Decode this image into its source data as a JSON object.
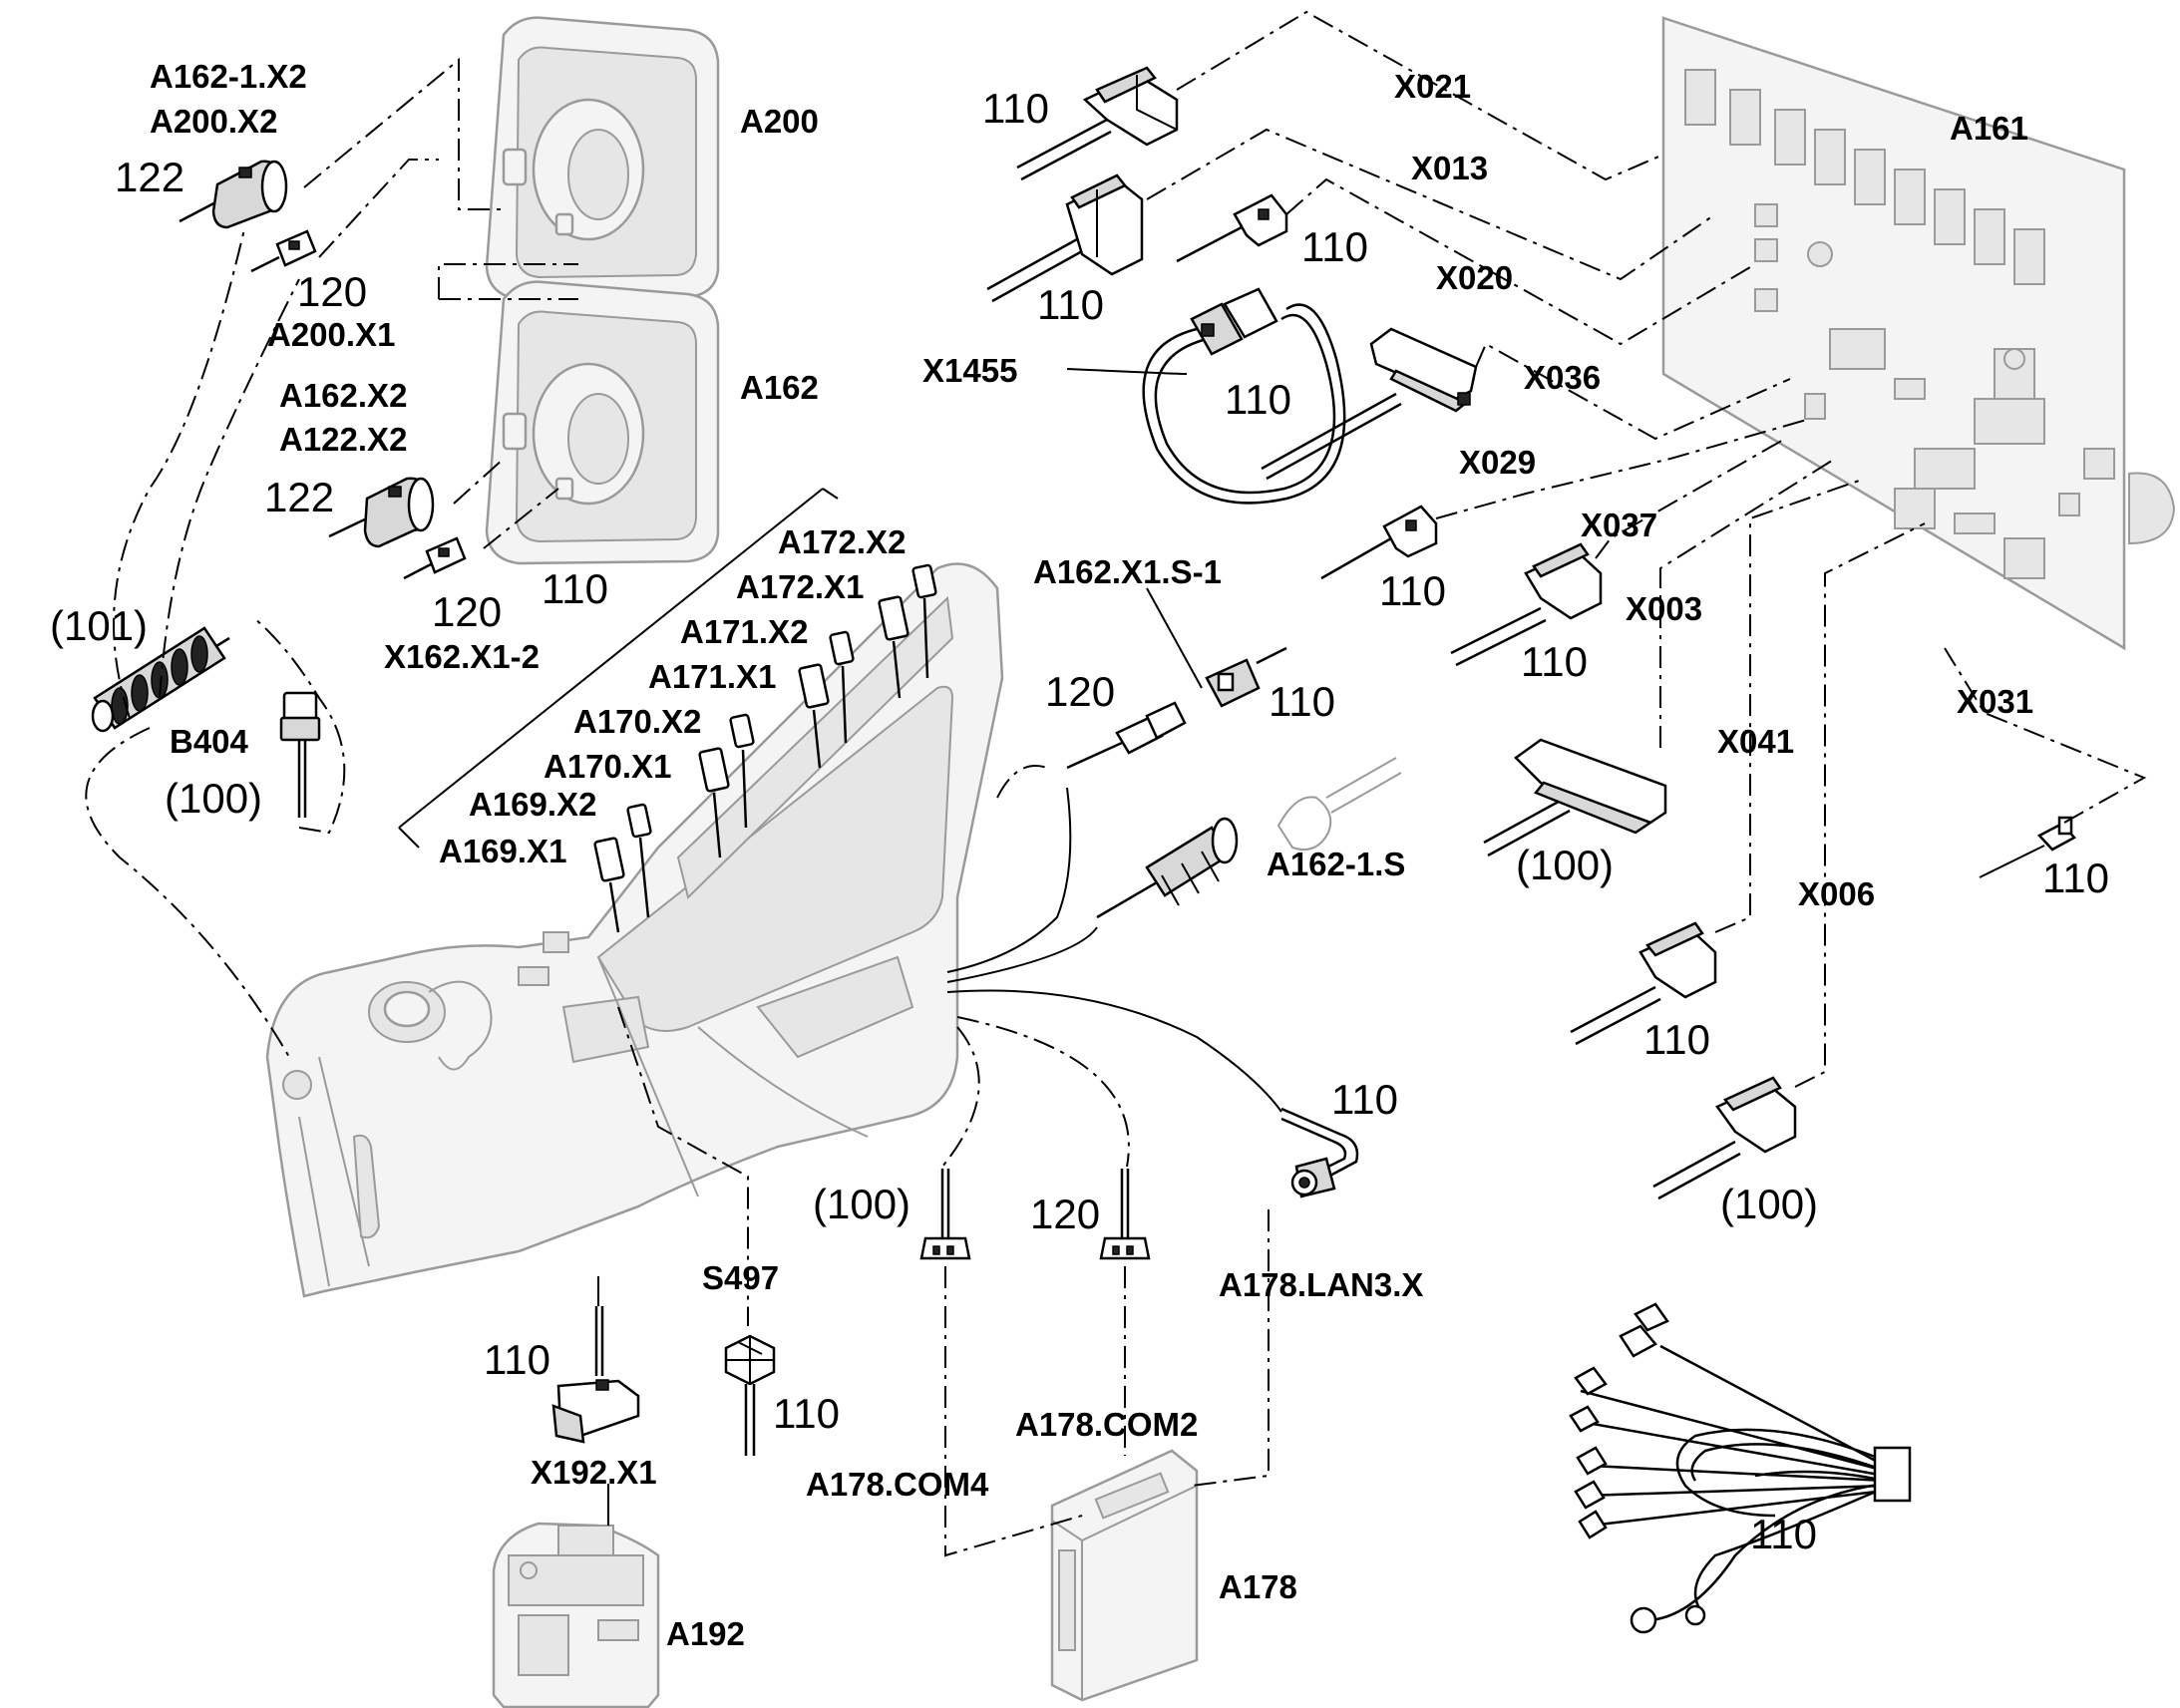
{
  "labels": {
    "A162_1_X2": "A162-1.X2",
    "A200_X2": "A200.X2",
    "A200": "A200",
    "A200_X1": "A200.X1",
    "A162_X2": "A162.X2",
    "A122_X2": "A122.X2",
    "A162": "A162",
    "X162_X1_2": "X162.X1-2",
    "B404": "B404",
    "A172_X2": "A172.X2",
    "A172_X1": "A172.X1",
    "A171_X2": "A171.X2",
    "A171_X1": "A171.X1",
    "A170_X2": "A170.X2",
    "A170_X1": "A170.X1",
    "A169_X2": "A169.X2",
    "A169_X1": "A169.X1",
    "X021": "X021",
    "X013": "X013",
    "X020": "X020",
    "X1455": "X1455",
    "X036": "X036",
    "X029": "X029",
    "X037": "X037",
    "X003": "X003",
    "A161": "A161",
    "A162_X1_S_1": "A162.X1.S-1",
    "A162_1_S": "A162-1.S",
    "X031": "X031",
    "X041": "X041",
    "X006": "X006",
    "A178_LAN3_X": "A178.LAN3.X",
    "S497": "S497",
    "X192_X1": "X192.X1",
    "A192": "A192",
    "A178_COM2": "A178.COM2",
    "A178_COM4": "A178.COM4",
    "A178": "A178"
  },
  "item_numbers": {
    "n122_top": "122",
    "n120_top": "120",
    "n122_mid": "122",
    "n120_mid": "120",
    "n110_console": "110",
    "n101": "(101)",
    "n100_b404": "(100)",
    "n110_x021": "110",
    "n110_x013": "110",
    "n110_x020": "110",
    "n110_x1455": "110",
    "n110_x029": "110",
    "n110_x037": "110",
    "n120_s1": "120",
    "n110_s1": "110",
    "n100_x003": "(100)",
    "n110_x031": "110",
    "n110_x041": "110",
    "n100_x006": "(100)",
    "n110_lan": "110",
    "n100_com4": "(100)",
    "n120_com2": "120",
    "n110_x192": "110",
    "n110_s497": "110",
    "n110_harness": "110"
  }
}
